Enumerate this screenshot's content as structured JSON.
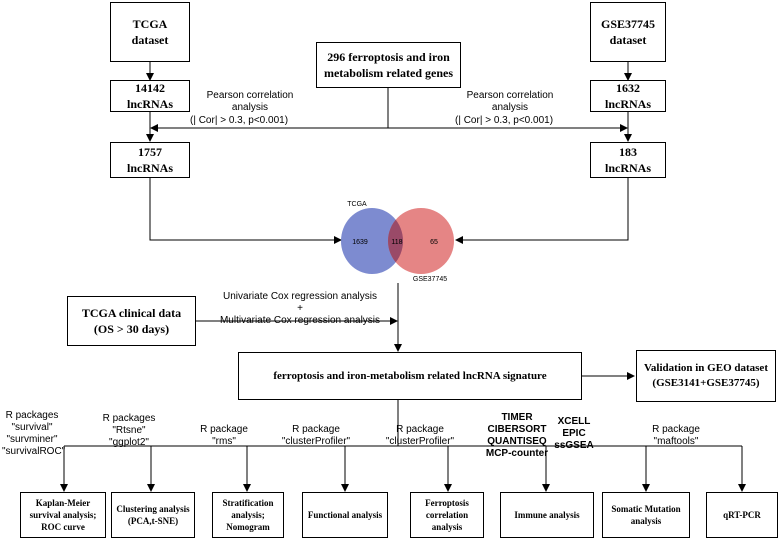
{
  "sources": {
    "tcga": "TCGA\ndataset",
    "gse": "GSE37745\ndataset",
    "genes": "296 ferroptosis and iron\nmetabolism related genes"
  },
  "counts": {
    "tcga_lnc": "14142\nlncRNAs",
    "gse_lnc": "1632\nlncRNAs",
    "tcga_filtered": "1757\nlncRNAs",
    "gse_filtered": "183\nlncRNAs"
  },
  "pearson": {
    "left_title": "Pearson correlation\nanalysis",
    "left_crit": "(| Cor| > 0.3, p<0.001)",
    "right_title": "Pearson correlation\nanalysis",
    "right_crit": "(| Cor| > 0.3, p<0.001)"
  },
  "venn": {
    "label_a": "TCGA",
    "label_b": "GSE37745",
    "only_a": "1639",
    "overlap": "118",
    "only_b": "65",
    "color_a": "#6677c8",
    "color_b": "#e07070",
    "color_overlap": "#9a4a68"
  },
  "clinical": {
    "box": "TCGA clinical data\n(OS > 30 days)",
    "cox": "Univariate Cox regression analysis\n+\nMultivariate Cox regression analysis"
  },
  "signature": "ferroptosis and iron-metabolism related lncRNA signature",
  "validation": "Validation in GEO dataset\n(GSE3141+GSE37745)",
  "packages": {
    "p1": "R packages\n\"survival\"\n\"survminer\"\n\"survivalROC\"",
    "p2": "R packages\n\"Rtsne\"\n\"ggplot2\"",
    "p3": "R package\n\"rms\"",
    "p4": "R package\n\"clusterProfiler\"",
    "p5": "R package\n\"clusterProfiler\"",
    "p6a": "TIMER\nCIBERSORT\nQUANTISEQ\nMCP-counter",
    "p6b": "XCELL\nEPIC\nssGSEA",
    "p7": "R package\n\"maftools\""
  },
  "analyses": {
    "a1": "Kaplan-Meier\nsurvival analysis;\nROC curve",
    "a2": "Clustering analysis\n(PCA,t-SNE)",
    "a3": "Stratification\nanalysis;\nNomogram",
    "a4": "Functional analysis",
    "a5": "Ferroptosis\ncorrelation\nanalysis",
    "a6": "Immune  analysis",
    "a7": "Somatic Mutation\nanalysis",
    "a8": "qRT-PCR"
  }
}
